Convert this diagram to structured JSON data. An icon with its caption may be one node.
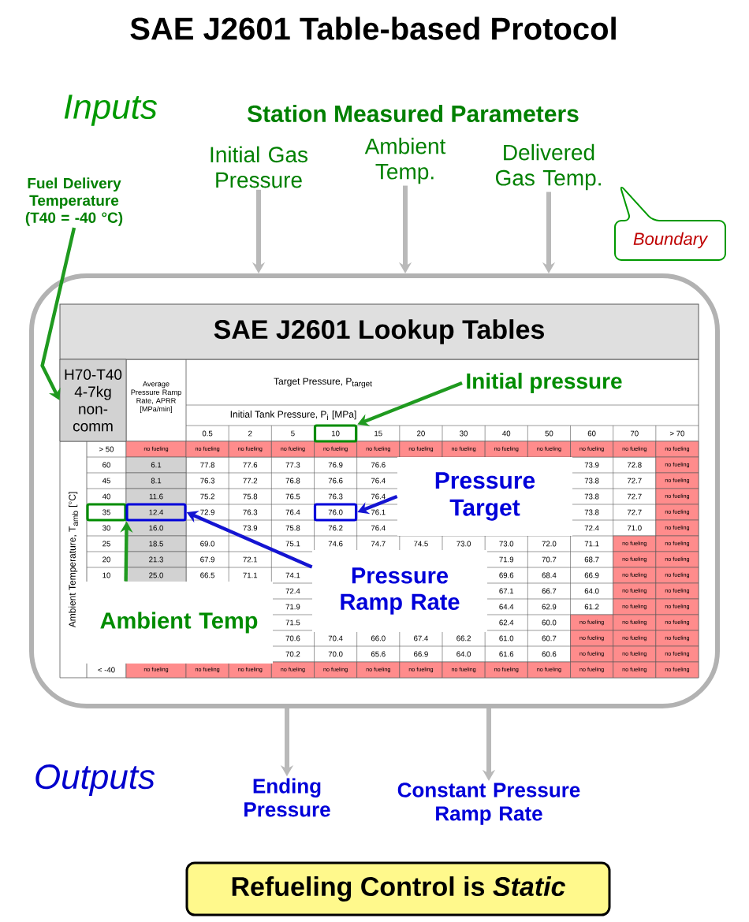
{
  "diagram": {
    "title": "SAE J2601 Table-based Protocol",
    "nodes": [
      {
        "text": [
          "Initial Gas Pressure"
        ]
      },
      {
        "text": [
          "Ambient Temp."
        ]
      },
      {
        "text": [
          "Delivered Gas Temp."
        ]
      },
      {
        "text": [
          "Fuel Delivery Temperature (T40 = -40 °C)"
        ]
      },
      {
        "text": [
          "Boundary"
        ]
      },
      {
        "text": [],
        "shape": "box"
      },
      {
        "text": [
          "SAE J2601 Lookup Tables"
        ],
        "in": 5
      },
      {
        "text": [
          "H70-T40 4-7kg non-comm"
        ],
        "in": 5
      },
      {
        "text": [
          "Initial pressure"
        ],
        "in": 5
      },
      {
        "text": [
          "10"
        ],
        "in": 5
      },
      {
        "text": [
          "Pressure Target"
        ],
        "in": 5
      },
      {
        "text": [
          "35"
        ],
        "in": 5
      },
      {
        "text": [
          "12.4"
        ],
        "in": 5
      },
      {
        "text": [
          "76.0"
        ],
        "in": 5
      },
      {
        "text": [
          "Pressure Ramp Rate"
        ],
        "in": 5
      },
      {
        "text": [
          "Ambient Temp"
        ],
        "in": 5
      },
      {
        "text": [
          "Ending Pressure"
        ]
      },
      {
        "text": [
          "Constant Pressure Ramp Rate"
        ]
      },
      {
        "text": [
          "Refueling Control is *Static*"
        ]
      }
    ],
    "edges": [
      {
        "from": 3,
        "to": 7,
        "arrow": "to",
        "color": "#1f9a1f"
      },
      {
        "from": 0,
        "to": 5,
        "arrow": "to"
      },
      {
        "from": 1,
        "to": 5,
        "arrow": "to"
      },
      {
        "from": 2,
        "to": 5,
        "arrow": "to"
      },
      {
        "from": 8,
        "to": 9,
        "arrow": "to",
        "color": "#1f9a1f"
      },
      {
        "from": 10,
        "to": 13,
        "arrow": "to",
        "color": "#1414d2"
      },
      {
        "from": 14,
        "to": 12,
        "arrow": "to",
        "color": "#1414d2"
      },
      {
        "from": 15,
        "to": 11,
        "arrow": "to",
        "color": "#1f9a1f"
      },
      {
        "from": 5,
        "to": 16,
        "arrow": "to"
      },
      {
        "from": 5,
        "to": 17,
        "arrow": "to"
      }
    ],
    "labels": [
      "Inputs",
      "Station Measured Parameters",
      "Average Pressure Ramp Rate, APRR [MPa/min]",
      "Target Pressure, P$_{target}$",
      "Initial Tank Pressure, P$_{i}$ [MPa]",
      "0.5",
      "2",
      "5",
      "15",
      "20",
      "30",
      "40",
      "50",
      "60",
      "70",
      "> 70",
      "Ambient Temperature, T$_{amb}$ [°C]",
      "> 50",
      "no fueling",
      "no fueling",
      "no fueling",
      "no fueling",
      "no fueling",
      "no fueling",
      "no fueling",
      "no fueling",
      "no fueling",
      "no fueling",
      "no fueling",
      "no fueling",
      "no fueling",
      "60",
      "6.1",
      "77.8",
      "77.6",
      "77.3",
      "76.9",
      "76.6",
      "73.9",
      "72.8",
      "no fueling",
      "45",
      "8.1",
      "76.3",
      "77.2",
      "76.8",
      "76.6",
      "76.4",
      "73.8",
      "72.7",
      "no fueling",
      "40",
      "11.6",
      "75.2",
      "75.8",
      "76.5",
      "76.3",
      "76.4",
      "73.8",
      "72.7",
      "no fueling",
      "72.9",
      "76.3",
      "76.4",
      "76.1",
      "73.8",
      "72.7",
      "no fueling",
      "30",
      "16.0",
      "73.9",
      "75.8",
      "76.2",
      "76.4",
      "72.4",
      "71.0",
      "no fueling",
      "25",
      "18.5",
      "69.0",
      "75.1",
      "74.6",
      "74.7",
      "74.5",
      "73.0",
      "73.0",
      "72.0",
      "71.1",
      "no fueling",
      "no fueling",
      "20",
      "21.3",
      "67.9",
      "72.1",
      "71.9",
      "70.7",
      "68.7",
      "no fueling",
      "no fueling",
      "10",
      "25.0",
      "66.5",
      "71.1",
      "74.1",
      "69.6",
      "68.4",
      "66.9",
      "no fueling",
      "no fueling",
      "72.4",
      "67.1",
      "66.7",
      "64.0",
      "no fueling",
      "no fueling",
      "71.9",
      "64.4",
      "62.9",
      "61.2",
      "no fueling",
      "no fueling",
      "71.5",
      "62.4",
      "60.0",
      "no fueling",
      "no fueling",
      "no fueling",
      "70.6",
      "70.4",
      "66.0",
      "67.4",
      "66.2",
      "61.0",
      "60.7",
      "no fueling",
      "no fueling",
      "no fueling",
      "70.2",
      "70.0",
      "65.6",
      "66.9",
      "64.0",
      "61.6",
      "60.6",
      "no fueling",
      "no fueling",
      "no fueling",
      "< -40",
      "no fueling",
      "no fueling",
      "no fueling",
      "no fueling",
      "no fueling",
      "no fueling",
      "no fueling",
      "no fueling",
      "no fueling",
      "no fueling",
      "no fueling",
      "no fueling",
      "no fueling",
      "Outputs"
    ]
  }
}
